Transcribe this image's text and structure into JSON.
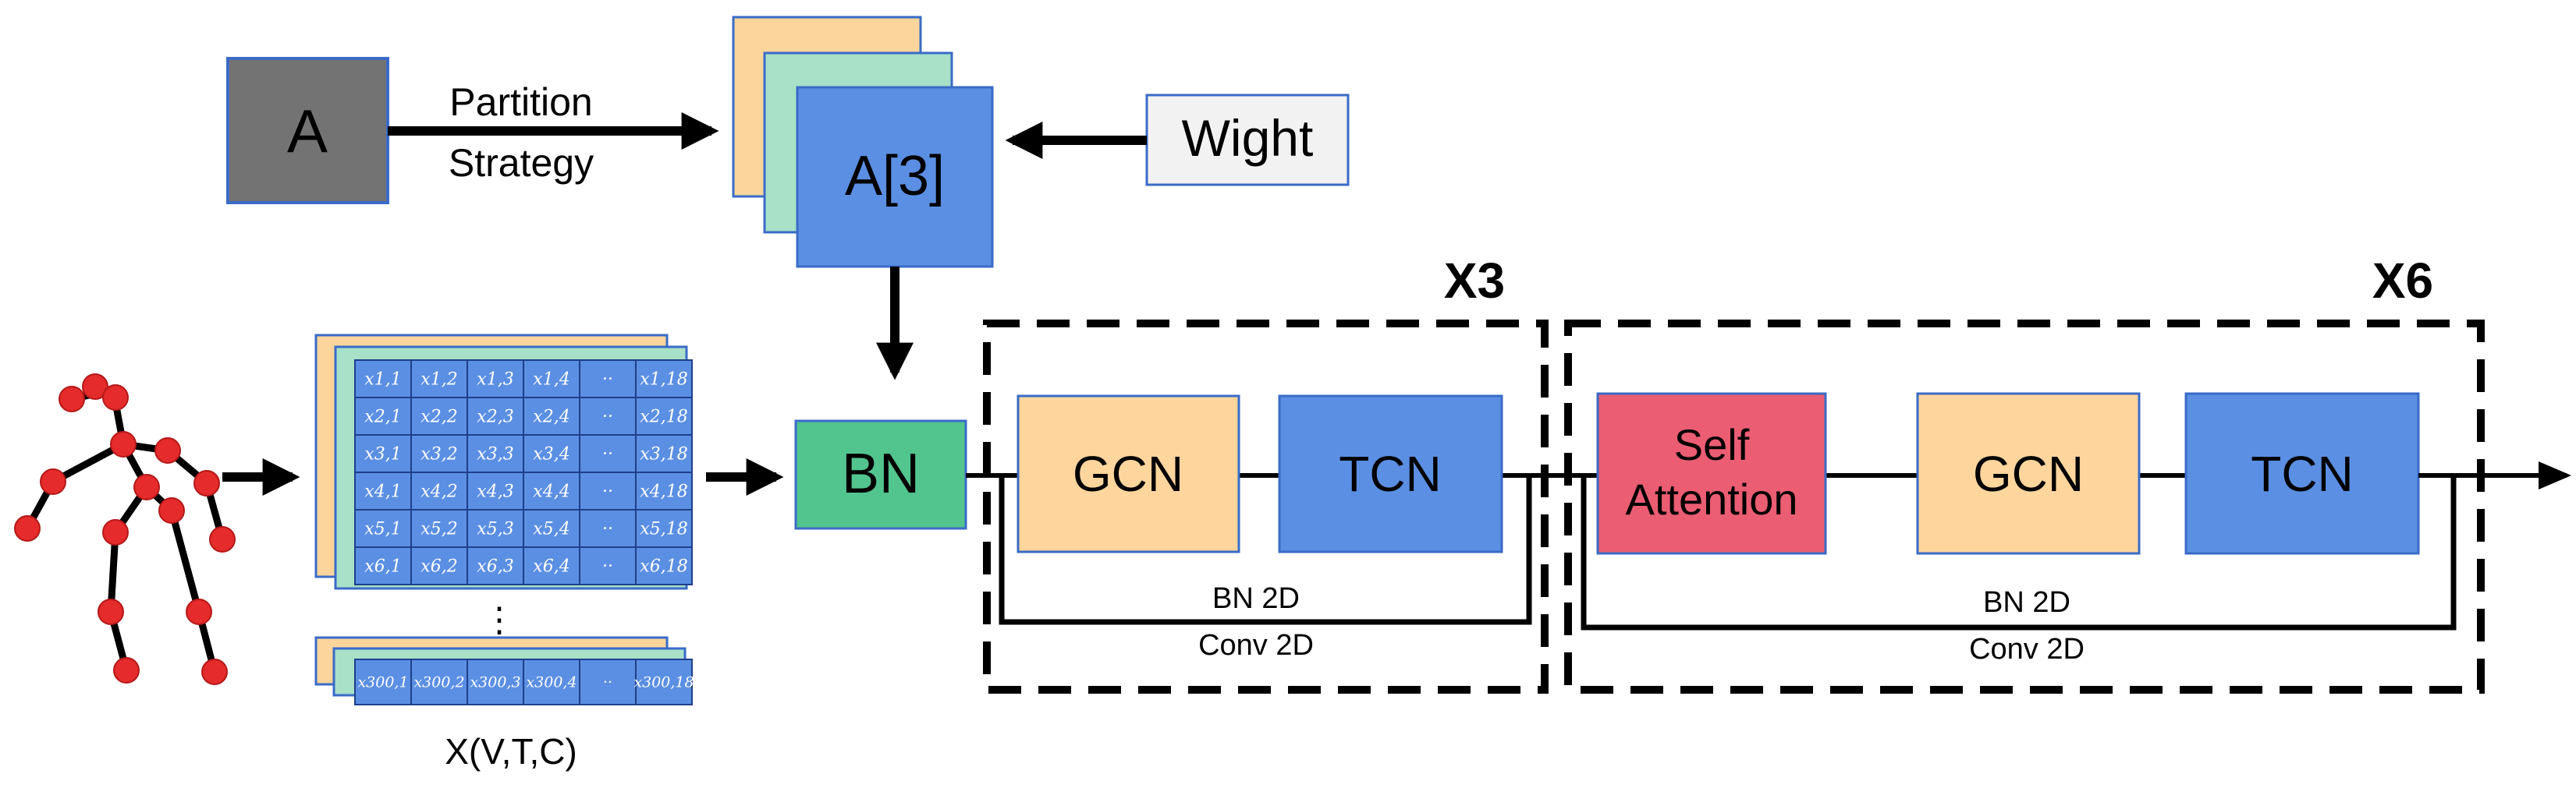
{
  "input": {
    "adjacency_label": "A",
    "partition_label_line1": "Partition",
    "partition_label_line2": "Strategy",
    "partitioned_label": "A[3]",
    "weight_label": "Wight",
    "tensor_caption": "X(V,T,C)",
    "vertical_ellipsis": "⋮",
    "cell_ellipsis": "··",
    "matrix_rows": [
      [
        "x1,1",
        "x1,2",
        "x1,3",
        "x1,4",
        "··",
        "x1,18"
      ],
      [
        "x2,1",
        "x2,2",
        "x2,3",
        "x2,4",
        "··",
        "x2,18"
      ],
      [
        "x3,1",
        "x3,2",
        "x3,3",
        "x3,4",
        "··",
        "x3,18"
      ],
      [
        "x4,1",
        "x4,2",
        "x4,3",
        "x4,4",
        "··",
        "x4,18"
      ],
      [
        "x5,1",
        "x5,2",
        "x5,3",
        "x5,4",
        "··",
        "x5,18"
      ],
      [
        "x6,1",
        "x6,2",
        "x6,3",
        "x6,4",
        "··",
        "x6,18"
      ]
    ],
    "last_row": [
      "x300,1",
      "x300,2",
      "x300,3",
      "x300,4",
      "··",
      "x300,18"
    ]
  },
  "bn_label": "BN",
  "block1": {
    "repeat_label": "X3",
    "gcn_label": "GCN",
    "tcn_label": "TCN",
    "residual_label_line1": "BN 2D",
    "residual_label_line2": "Conv 2D"
  },
  "block2": {
    "repeat_label": "X6",
    "attention_label_line1": "Self",
    "attention_label_line2": "Attention",
    "gcn_label": "GCN",
    "tcn_label": "TCN",
    "residual_label_line1": "BN 2D",
    "residual_label_line2": "Conv 2D"
  },
  "colors": {
    "adjacency_fill": "#737373",
    "matrix_blue": "#5b8fe3",
    "layer_green": "#a8e0c8",
    "layer_orange": "#fbd59c",
    "bn_fill": "#52c48d",
    "gcn_fill": "#fdd59d",
    "tcn_fill": "#5b8fe3",
    "attention_fill": "#ea5d73",
    "weight_fill": "#f2f2f2",
    "joint_red": "#e52b2b"
  }
}
